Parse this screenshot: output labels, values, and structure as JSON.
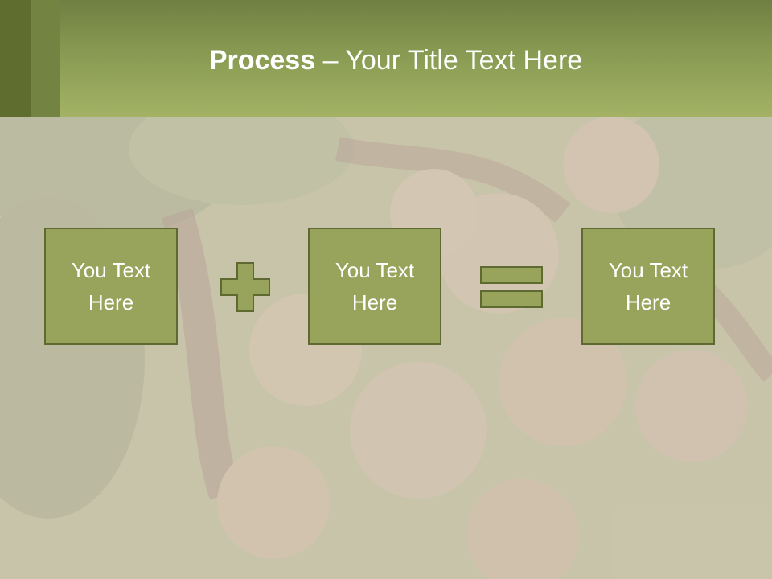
{
  "slide": {
    "title_bold": "Process",
    "title_rest": " – Your Title Text Here",
    "boxes": [
      {
        "text": "You Text Here"
      },
      {
        "text": "You Text Here"
      },
      {
        "text": "You Text Here"
      }
    ],
    "operators": [
      "plus-icon",
      "equals-icon"
    ],
    "colors": {
      "header": "#889a52",
      "box_fill": "#98a35b",
      "box_border": "#5e6a32",
      "operator": "#98a35b"
    }
  }
}
